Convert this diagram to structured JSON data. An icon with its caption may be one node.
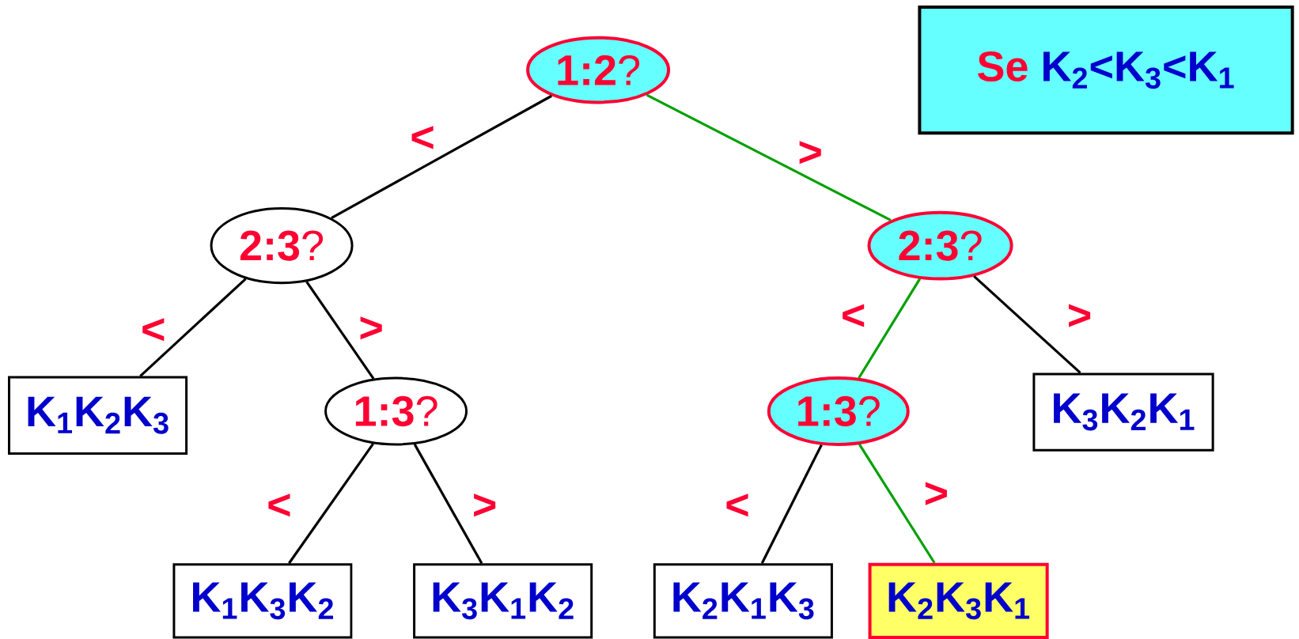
{
  "diagram": {
    "nodes": [
      {
        "text": [
          "**1:2**?"
        ]
      },
      {
        "text": [
          "**2:3**?"
        ]
      },
      {
        "text": [
          "**2:3**?"
        ]
      },
      {
        "text": [
          "K$_{1}$K$_{2}$K$_{3}$"
        ]
      },
      {
        "text": [
          "**1:3**?"
        ]
      },
      {
        "text": [
          "**1:3**?"
        ]
      },
      {
        "text": [
          "K$_{3}$K$_{2}$K$_{1}$"
        ]
      },
      {
        "text": [
          "K$_{1}$K$_{3}$K$_{2}$"
        ]
      },
      {
        "text": [
          "K$_{3}$K$_{1}$K$_{2}$"
        ]
      },
      {
        "text": [
          "K$_{2}$K$_{1}$K$_{3}$"
        ]
      },
      {
        "text": [
          "K$_{2}$K$_{3}$K$_{1}$"
        ]
      },
      {
        "text": [
          "Se",
          "K$_{2}$<K$_{3}$<K$_{1}$"
        ]
      }
    ],
    "edges": [
      {
        "from": 0,
        "to": 1,
        "arrow": "none",
        "label": "<"
      },
      {
        "from": 0,
        "to": 2,
        "arrow": "none",
        "label": ">",
        "color": "#00a000"
      },
      {
        "from": 1,
        "to": 3,
        "arrow": "none",
        "label": "<"
      },
      {
        "from": 1,
        "to": 4,
        "arrow": "none",
        "label": ">"
      },
      {
        "from": 2,
        "to": 5,
        "arrow": "none",
        "label": "<",
        "color": "#00a000"
      },
      {
        "from": 2,
        "to": 6,
        "arrow": "none",
        "label": ">"
      },
      {
        "from": 4,
        "to": 7,
        "arrow": "none",
        "label": "<"
      },
      {
        "from": 4,
        "to": 8,
        "arrow": "none",
        "label": ">"
      },
      {
        "from": 5,
        "to": 9,
        "arrow": "none",
        "label": "<"
      },
      {
        "from": 5,
        "to": 10,
        "arrow": "none",
        "label": ">",
        "color": "#00a000"
      }
    ]
  }
}
